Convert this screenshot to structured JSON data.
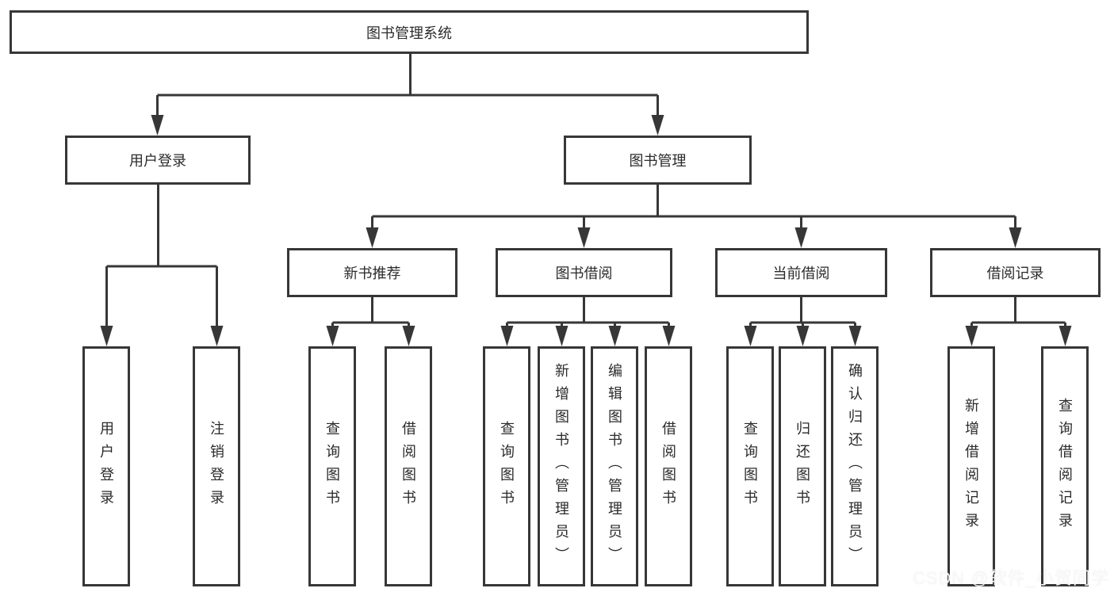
{
  "tree": {
    "root": {
      "label": "图书管理系统",
      "children": [
        {
          "label": "用户登录",
          "children": [
            {
              "label": "用户登录"
            },
            {
              "label": "注销登录"
            }
          ]
        },
        {
          "label": "图书管理",
          "children": [
            {
              "label": "新书推荐",
              "children": [
                {
                  "label": "查询图书"
                },
                {
                  "label": "借阅图书"
                }
              ]
            },
            {
              "label": "图书借阅",
              "children": [
                {
                  "label": "查询图书"
                },
                {
                  "label": "新增图书（管理员）"
                },
                {
                  "label": "编辑图书（管理员）"
                },
                {
                  "label": "借阅图书"
                }
              ]
            },
            {
              "label": "当前借阅",
              "children": [
                {
                  "label": "查询图书"
                },
                {
                  "label": "归还图书"
                },
                {
                  "label": "确认归还（管理员）"
                }
              ]
            },
            {
              "label": "借阅记录",
              "children": [
                {
                  "label": "新增借阅记录"
                },
                {
                  "label": "查询借阅记录"
                }
              ]
            }
          ]
        }
      ]
    }
  },
  "watermark": {
    "text": "CSDN @软件_小贺同学"
  },
  "colors": {
    "line": "#373737",
    "node_border": "#373737",
    "node_fill": "#ffffff",
    "text": "#2b2b2b",
    "background": "#ffffff",
    "watermark_text": "#fbfbfc"
  }
}
